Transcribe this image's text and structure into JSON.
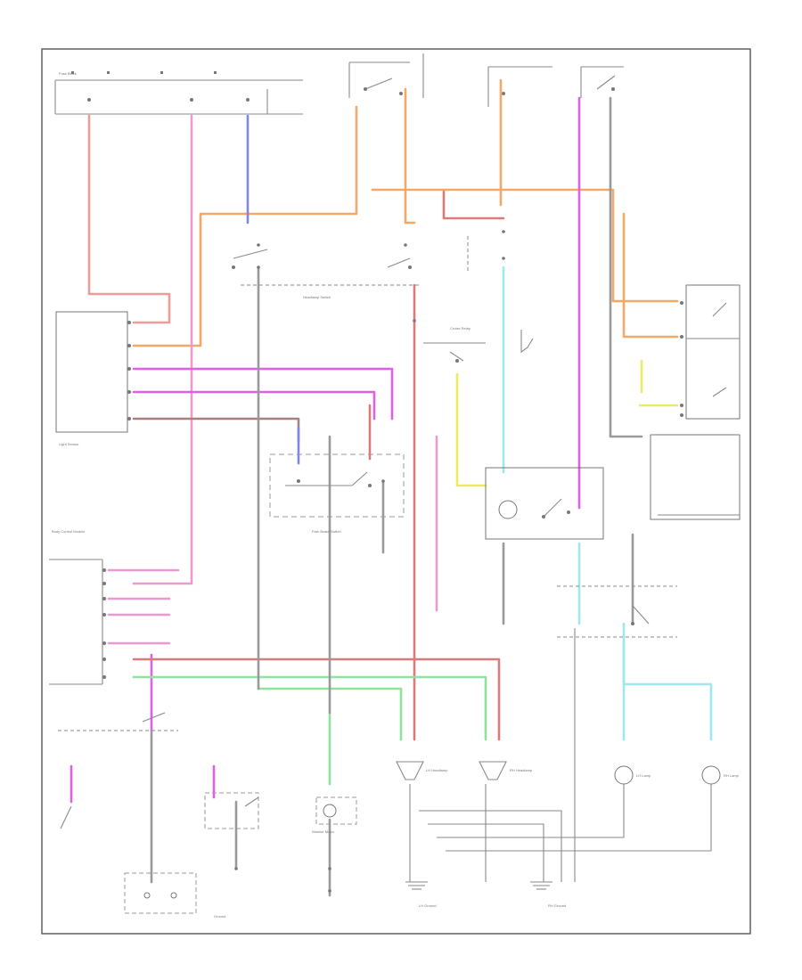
{
  "title": "Blower Motor Circuit",
  "colors": {
    "red": "#f29a9a",
    "pink": "#ea9ad0",
    "magenta": "#e05fe8",
    "orange": "#f2a968",
    "blue": "#7f86e6",
    "cyan": "#9fe7ee",
    "yellow": "#ecec62",
    "green": "#8fe39c",
    "darkred": "#d97b7b",
    "brown": "#a78080",
    "black": "#7a7a7a"
  },
  "labels": {
    "headlamp_switch": "Headlamp Switch",
    "fuse_block": "Fuse Block",
    "light_sensor": "Light Sensor",
    "body_control": "Body Control Module",
    "cruise_relay": "Cruise Relay",
    "park_brake": "Park Brake Switch",
    "washer_motor": "Washer Motor",
    "lh_headlamp": "LH Headlamp",
    "rh_headlamp": "RH Headlamp",
    "lh_lamp": "LH Lamp",
    "rh_lamp": "RH Lamp",
    "ground": "Ground",
    "lh_ground": "LH Ground",
    "rh_ground": "RH Ground"
  }
}
